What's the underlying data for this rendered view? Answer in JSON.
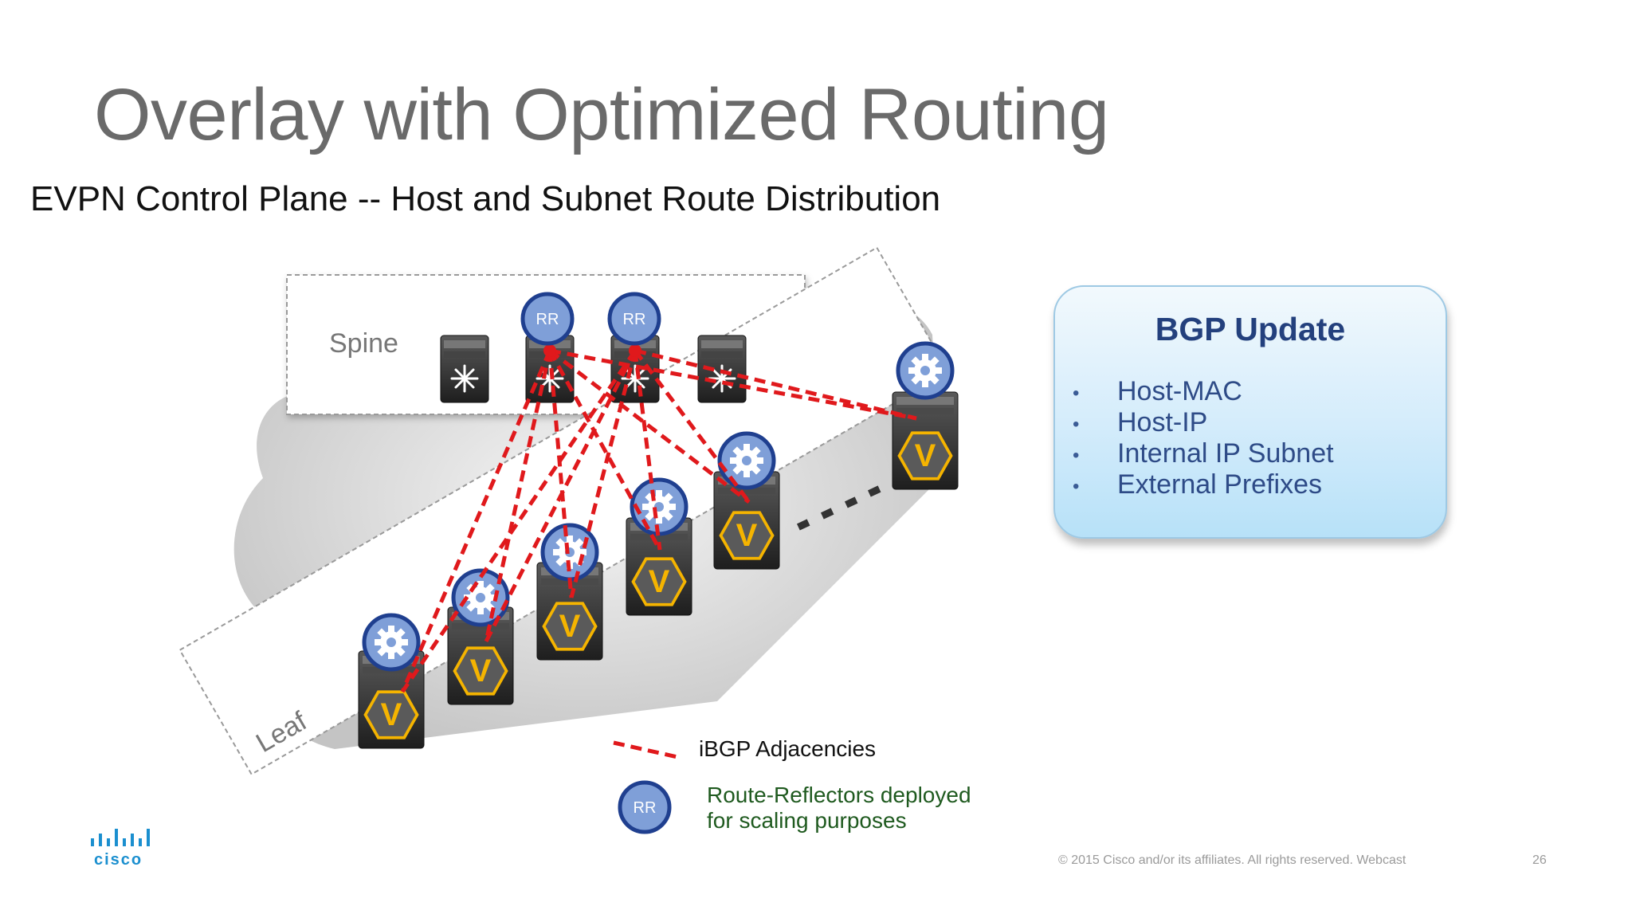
{
  "slide": {
    "title": "Overlay with Optimized Routing",
    "subtitle": "EVPN Control Plane -- Host and Subnet Route Distribution"
  },
  "diagram": {
    "spine_label": "Spine",
    "leaf_label": "Leaf",
    "rr_label": "RR",
    "vtep_label": "V",
    "colors": {
      "ibgp_line": "#e0191c",
      "rr_fill": "#7f9fd8",
      "rr_stroke": "#1f3f8f",
      "vtep_hex": "#f5b400",
      "cloud": "#c9c9c9"
    }
  },
  "bgp_update": {
    "title": "BGP Update",
    "items": [
      "Host-MAC",
      "Host-IP",
      "Internal IP Subnet",
      "External Prefixes"
    ]
  },
  "legend": {
    "ibgp": "iBGP Adjacencies",
    "rr_line1": "Route-Reflectors deployed",
    "rr_line2": "for scaling purposes",
    "rr_badge": "RR"
  },
  "footer": {
    "logo_text": "cisco",
    "copyright": "© 2015  Cisco and/or its affiliates. All rights reserved.  Webcast",
    "page": "26"
  }
}
